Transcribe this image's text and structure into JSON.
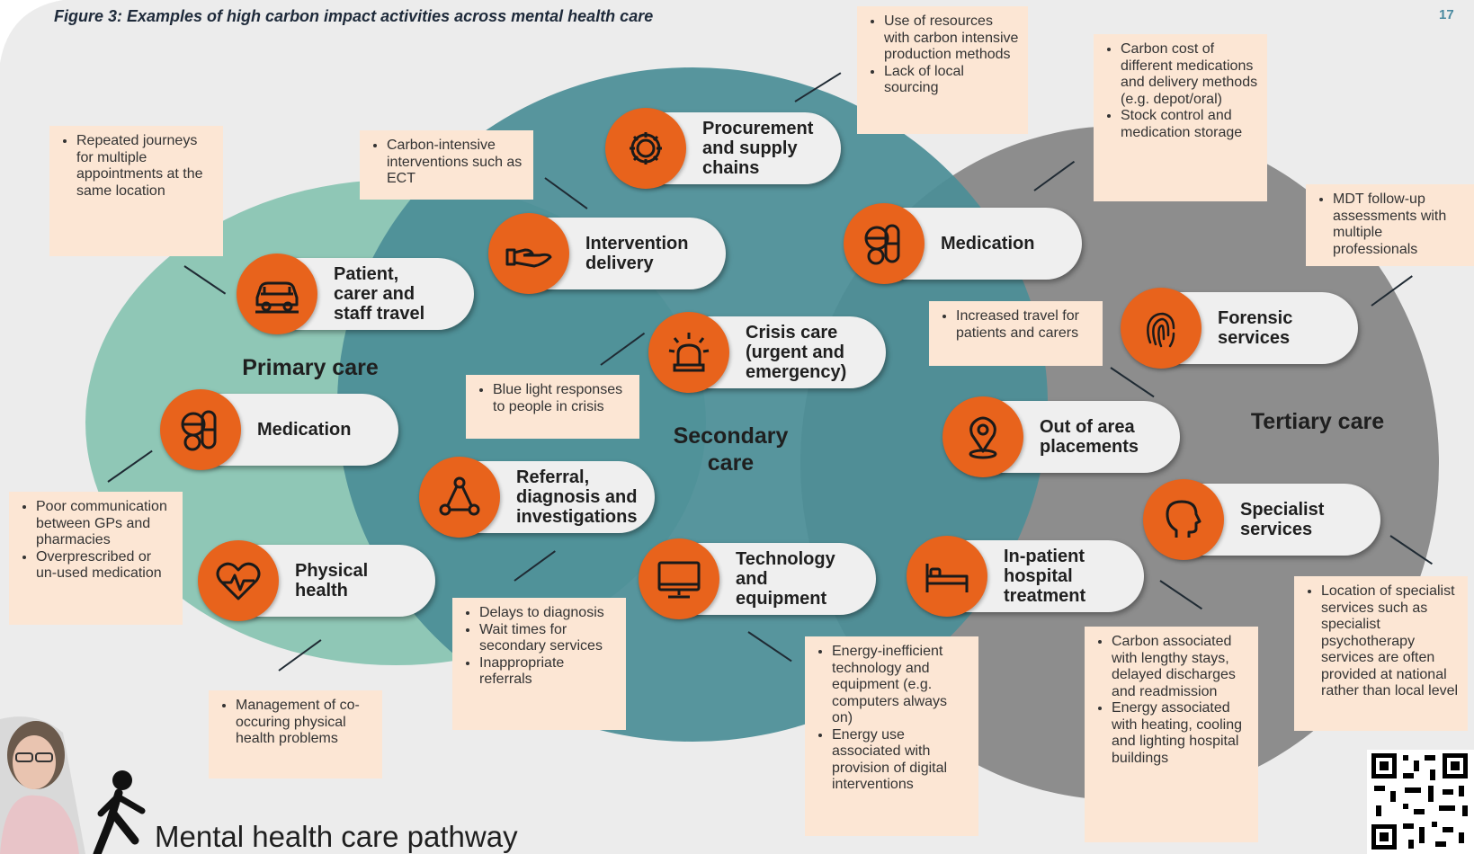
{
  "figure_title": "Figure 3: Examples of high carbon impact activities across mental health care",
  "page_number": "17",
  "zones": {
    "primary": "Primary care",
    "secondary": "Secondary\ncare",
    "tertiary": "Tertiary care"
  },
  "colors": {
    "primary_circle": "#8fc7b6",
    "secondary_circle": "#4b8e97",
    "tertiary_circle": "#8d8d8d",
    "accent": "#e8631c",
    "note_bg": "#fce6d4"
  },
  "activities": {
    "procurement": {
      "label": "Procurement\nand supply\nchains",
      "icon": "gear-icon"
    },
    "intervention": {
      "label": "Intervention\ndelivery",
      "icon": "hand-icon"
    },
    "patient_travel": {
      "label": "Patient,\ncarer and\nstaff travel",
      "icon": "car-icon"
    },
    "crisis": {
      "label": "Crisis care\n(urgent and\nemergency)",
      "icon": "siren-icon"
    },
    "medication_primary": {
      "label": "Medication",
      "icon": "pills-icon"
    },
    "referral": {
      "label": "Referral,\ndiagnosis and\ninvestigations",
      "icon": "network-icon"
    },
    "physical_health": {
      "label": "Physical\nhealth",
      "icon": "heart-icon"
    },
    "technology": {
      "label": "Technology\nand\nequipment",
      "icon": "monitor-icon"
    },
    "medication_tertiary": {
      "label": "Medication",
      "icon": "pills-icon"
    },
    "forensic": {
      "label": "Forensic\nservices",
      "icon": "fingerprint-icon"
    },
    "out_of_area": {
      "label": "Out of area\nplacements",
      "icon": "map-pin-icon"
    },
    "specialist": {
      "label": "Specialist\nservices",
      "icon": "head-icon"
    },
    "inpatient": {
      "label": "In-patient\nhospital\ntreatment",
      "icon": "bed-icon"
    }
  },
  "notes": {
    "procurement": [
      "Use of resources with carbon intensive production methods",
      "Lack of local sourcing"
    ],
    "medication_tertiary": [
      "Carbon cost of different medications and delivery methods (e.g. depot/oral)",
      "Stock control and medication storage"
    ],
    "patient_travel": [
      "Repeated journeys for multiple appointments at the same location"
    ],
    "intervention": [
      "Carbon-intensive interventions such as ECT"
    ],
    "forensic": [
      "MDT follow-up assessments with multiple professionals"
    ],
    "out_of_area": [
      "Increased travel for patients and carers"
    ],
    "crisis": [
      "Blue light responses to people in crisis"
    ],
    "medication_primary": [
      "Poor communication between GPs and pharmacies",
      "Overprescribed or un-used medication"
    ],
    "referral": [
      "Delays to diagnosis",
      "Wait times for secondary services",
      "Inappropriate referrals"
    ],
    "physical_health": [
      "Management of co-occuring physical health problems"
    ],
    "technology": [
      "Energy-inefficient technology and equipment (e.g. computers always on)",
      "Energy use associated with provision of digital interventions"
    ],
    "inpatient": [
      "Carbon associated with lengthy stays, delayed discharges and readmission",
      "Energy associated with heating, cooling and lighting hospital buildings"
    ],
    "specialist": [
      "Location of specialist services such as specialist psychotherapy services are often provided at national rather than local level"
    ]
  },
  "pathway_label": "Mental health care pathway"
}
